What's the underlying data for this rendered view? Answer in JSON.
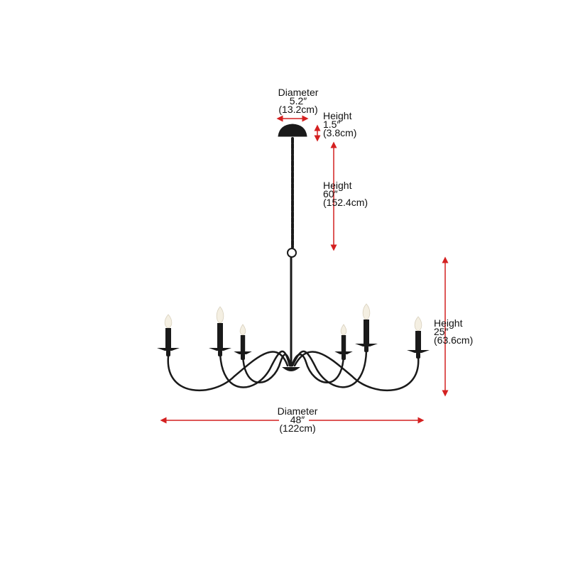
{
  "dimensions": {
    "canopy_diameter": {
      "title": "Diameter",
      "imperial": "5.2″",
      "metric": "(13.2cm)"
    },
    "canopy_height": {
      "title": "Height",
      "imperial": "1.5″",
      "metric": "(3.8cm)"
    },
    "chain_height": {
      "title": "Height",
      "imperial": "60″",
      "metric": "(152.4cm)"
    },
    "body_height": {
      "title": "Height",
      "imperial": "25″",
      "metric": "(63.6cm)"
    },
    "body_diameter": {
      "title": "Diameter",
      "imperial": "48″",
      "metric": "(122cm)"
    }
  },
  "colors": {
    "arrow": "#d42020",
    "fixture": "#1a1a1a",
    "flame": "#f4efe2"
  }
}
